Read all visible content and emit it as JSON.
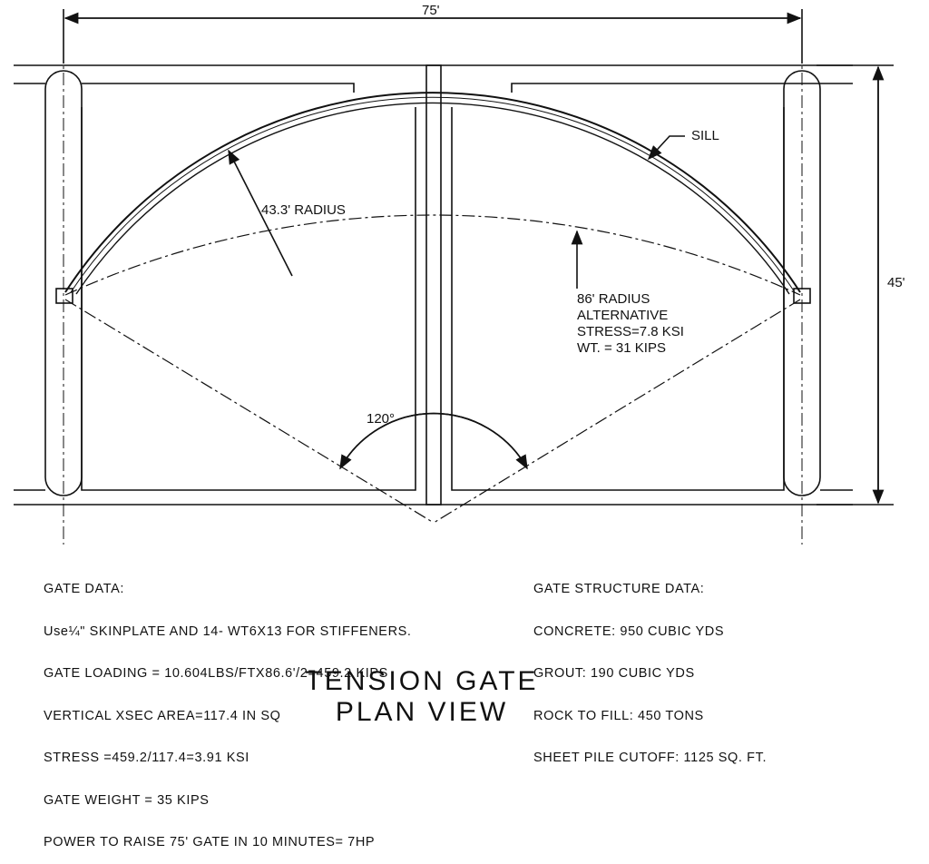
{
  "dimensions": {
    "width_label": "75'",
    "height_label": "45'"
  },
  "labels": {
    "sill": "SILL",
    "radius_main": "43.3' RADIUS",
    "alt_lines": [
      "86' RADIUS",
      "ALTERNATIVE",
      "STRESS=7.8 KSI",
      "WT. = 31 KIPS"
    ],
    "angle": "120°"
  },
  "gate_data": {
    "heading": "GATE DATA:",
    "lines": [
      "Use¼\" SKINPLATE AND 14- WT6X13 FOR STIFFENERS.",
      "GATE LOADING = 10.604LBS/FTX86.6'/2=459.2 KIPS",
      "VERTICAL XSEC AREA=117.4 IN SQ",
      "STRESS =459.2/117.4=3.91 KSI",
      "GATE WEIGHT = 35 KIPS",
      "POWER TO RAISE 75' GATE IN 10 MINUTES= 7HP"
    ]
  },
  "structure_data": {
    "heading": "GATE STRUCTURE DATA:",
    "lines": [
      "CONCRETE: 950 CUBIC YDS",
      "GROUT: 190 CUBIC YDS",
      "ROCK TO FILL: 450 TONS",
      "SHEET PILE CUTOFF: 1125 SQ. FT."
    ]
  },
  "title": {
    "line1": "TENSION GATE",
    "line2": "PLAN VIEW"
  }
}
